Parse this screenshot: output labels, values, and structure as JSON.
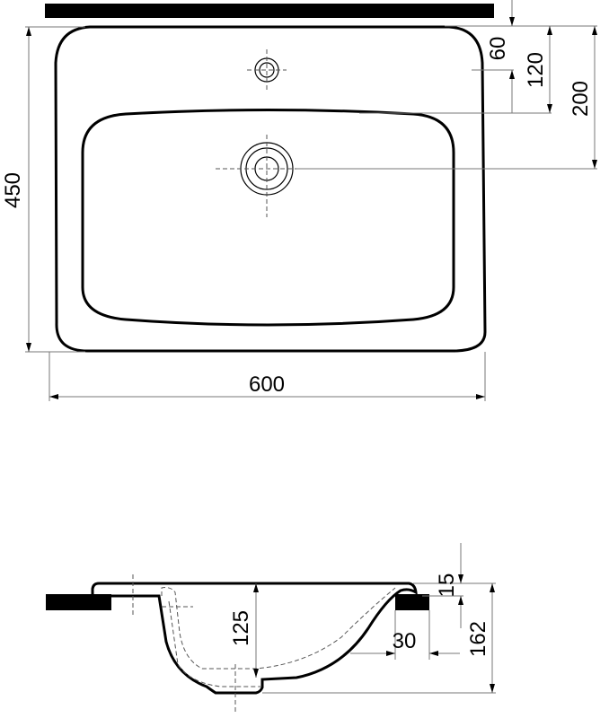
{
  "drawing": {
    "plan_view": {
      "dimensions": {
        "faucet_offset": "60",
        "basin_edge_offset": "120",
        "drain_offset": "200",
        "depth": "450",
        "width": "600"
      }
    },
    "section_view": {
      "dimensions": {
        "rim_thickness": "15",
        "bowl_depth": "125",
        "overlap": "30",
        "total_height": "162"
      }
    },
    "colors": {
      "line": "#000000",
      "dimension": "#777777"
    }
  }
}
